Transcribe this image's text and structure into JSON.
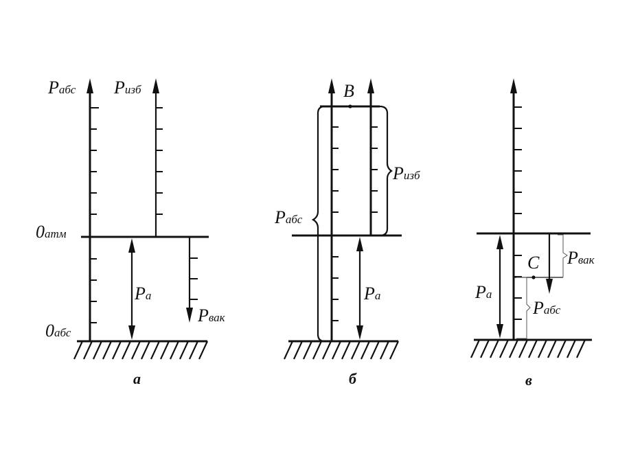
{
  "labels": {
    "p_abs": "P",
    "p_abs_sub": "абс",
    "p_izb": "P",
    "p_izb_sub": "изб",
    "p_a": "P",
    "p_a_sub": "a",
    "p_vak": "P",
    "p_vak_sub": "вак",
    "zero_atm": "0",
    "zero_atm_sub": "атм",
    "zero_abs": "0",
    "zero_abs_sub": "абс",
    "point_b": "B",
    "point_c": "C"
  },
  "captions": {
    "a": "а",
    "b": "б",
    "c": "в"
  }
}
